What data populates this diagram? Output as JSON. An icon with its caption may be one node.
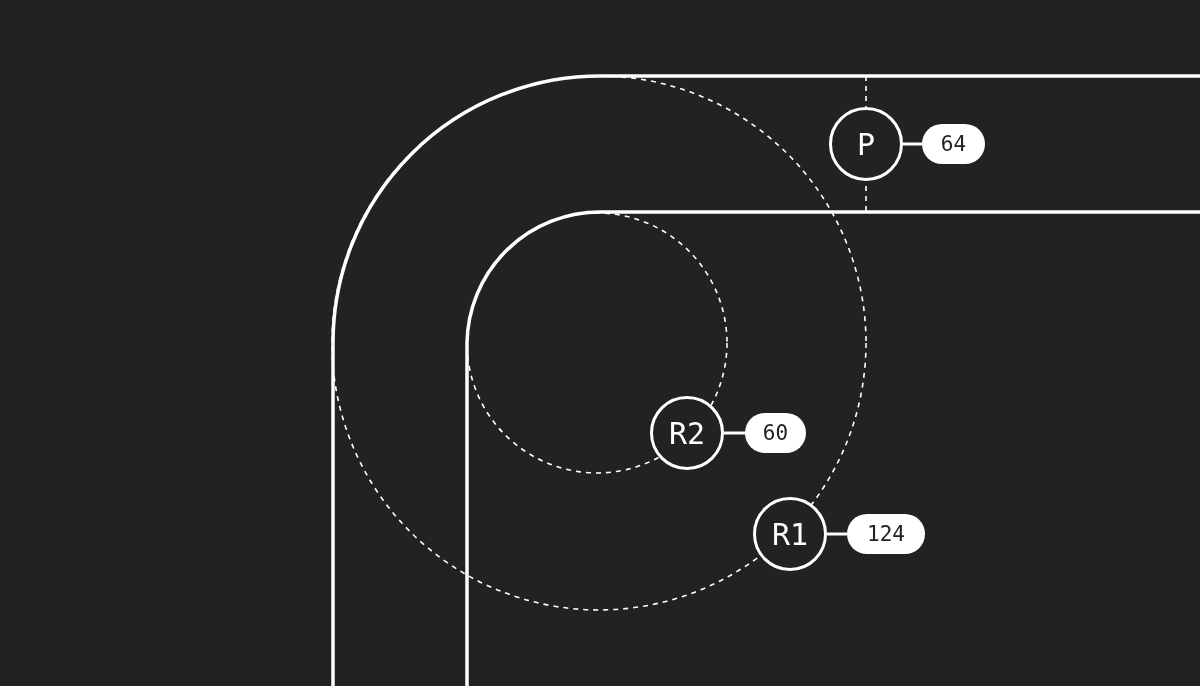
{
  "diagram": {
    "nodes": [
      {
        "text": [
          "P"
        ]
      },
      {
        "text": [
          "64"
        ]
      },
      {
        "text": [
          "R2"
        ]
      },
      {
        "text": [
          "60"
        ]
      },
      {
        "text": [
          "R1"
        ]
      },
      {
        "text": [
          "124"
        ]
      }
    ],
    "edges": [
      {
        "from": 0,
        "to": 1,
        "arrow": "none"
      },
      {
        "from": 2,
        "to": 3,
        "arrow": "none"
      },
      {
        "from": 4,
        "to": 5,
        "arrow": "none"
      }
    ]
  }
}
